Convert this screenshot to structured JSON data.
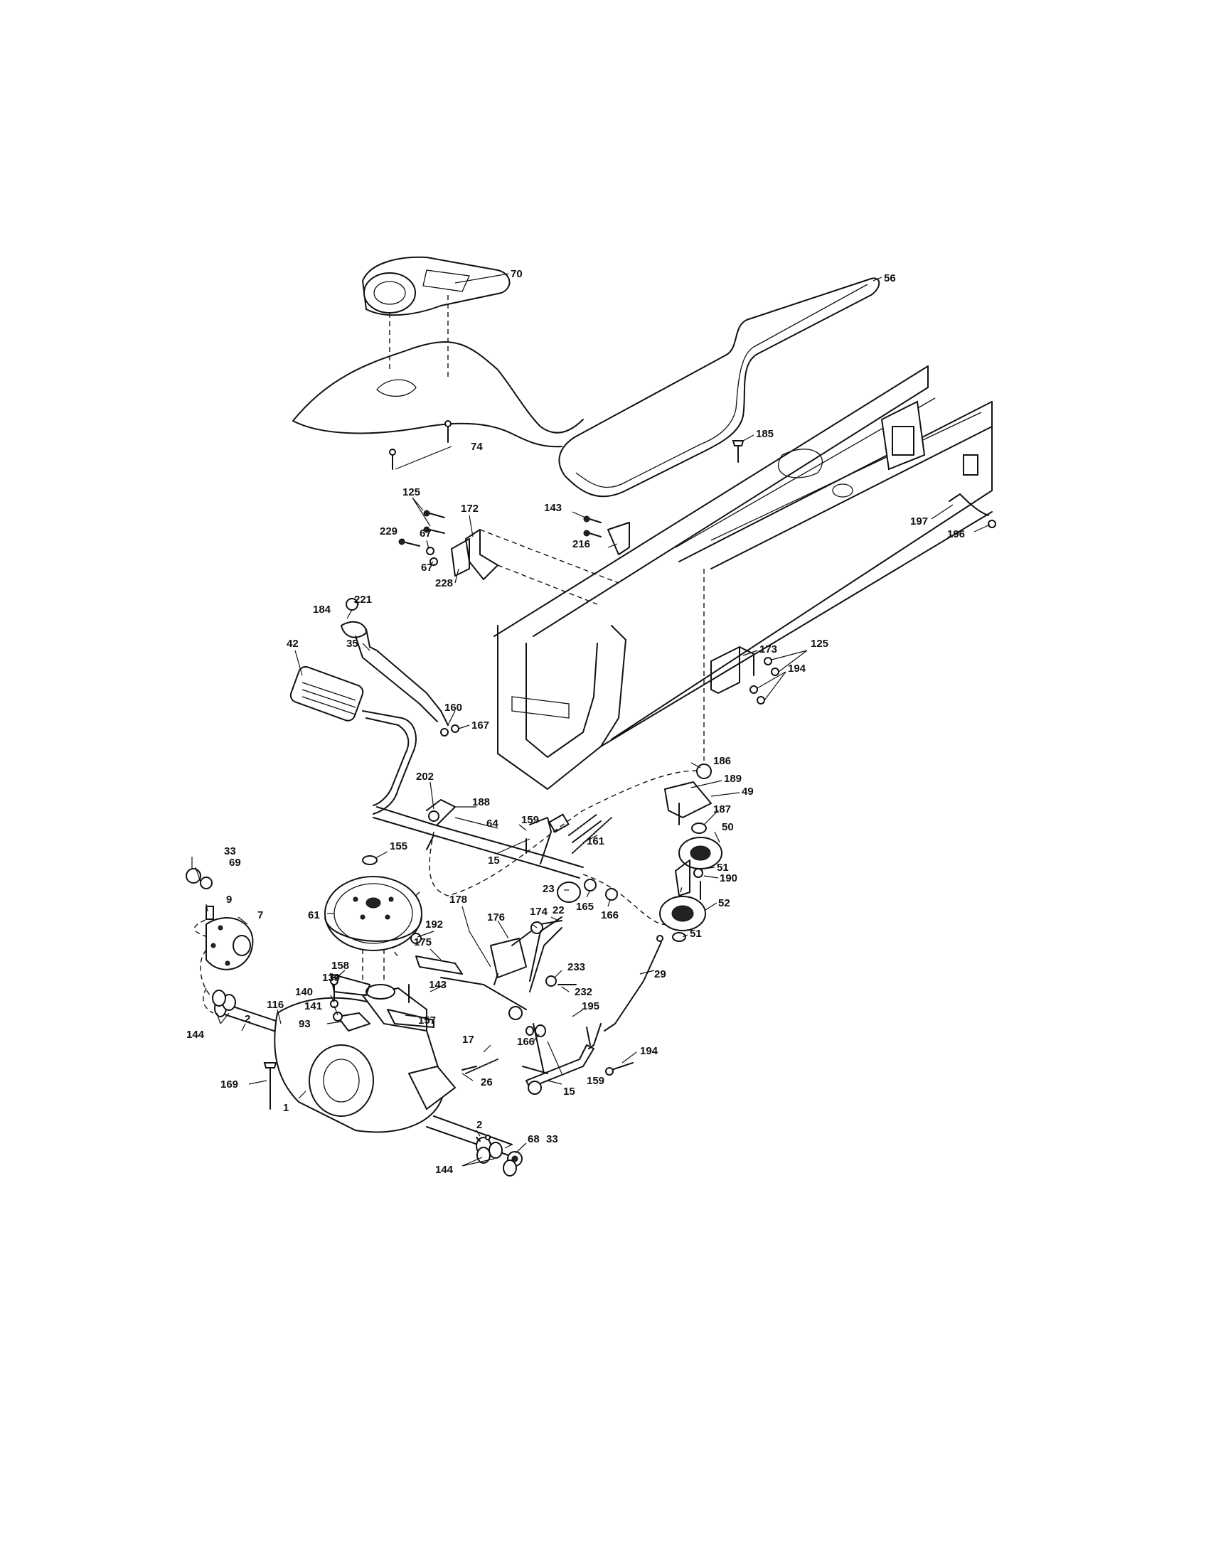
{
  "diagram": {
    "callouts": [
      {
        "id": "c70",
        "text": "70"
      },
      {
        "id": "c56",
        "text": "56"
      },
      {
        "id": "c74",
        "text": "74"
      },
      {
        "id": "c185",
        "text": "185"
      },
      {
        "id": "c125a",
        "text": "125"
      },
      {
        "id": "c172",
        "text": "172"
      },
      {
        "id": "c143a",
        "text": "143"
      },
      {
        "id": "c229",
        "text": "229"
      },
      {
        "id": "c67a",
        "text": "67"
      },
      {
        "id": "c67b",
        "text": "67"
      },
      {
        "id": "c228",
        "text": "228"
      },
      {
        "id": "c216",
        "text": "216"
      },
      {
        "id": "c197",
        "text": "197"
      },
      {
        "id": "c196",
        "text": "196"
      },
      {
        "id": "c221",
        "text": "221"
      },
      {
        "id": "c184",
        "text": "184"
      },
      {
        "id": "c42",
        "text": "42"
      },
      {
        "id": "c35",
        "text": "35"
      },
      {
        "id": "c173",
        "text": "173"
      },
      {
        "id": "c125b",
        "text": "125"
      },
      {
        "id": "c194a",
        "text": "194"
      },
      {
        "id": "c160",
        "text": "160"
      },
      {
        "id": "c167",
        "text": "167"
      },
      {
        "id": "c202",
        "text": "202"
      },
      {
        "id": "c186",
        "text": "186"
      },
      {
        "id": "c189",
        "text": "189"
      },
      {
        "id": "c49",
        "text": "49"
      },
      {
        "id": "c188",
        "text": "188"
      },
      {
        "id": "c159a",
        "text": "159"
      },
      {
        "id": "c64",
        "text": "64"
      },
      {
        "id": "c187",
        "text": "187"
      },
      {
        "id": "c161",
        "text": "161"
      },
      {
        "id": "c50",
        "text": "50"
      },
      {
        "id": "c33a",
        "text": "33"
      },
      {
        "id": "c155",
        "text": "155"
      },
      {
        "id": "c69a",
        "text": "69"
      },
      {
        "id": "c15a",
        "text": "15"
      },
      {
        "id": "c51a",
        "text": "51"
      },
      {
        "id": "c190",
        "text": "190"
      },
      {
        "id": "c9",
        "text": "9"
      },
      {
        "id": "c23",
        "text": "23"
      },
      {
        "id": "c165",
        "text": "165"
      },
      {
        "id": "c166a",
        "text": "166"
      },
      {
        "id": "c52",
        "text": "52"
      },
      {
        "id": "c7",
        "text": "7"
      },
      {
        "id": "c61",
        "text": "61"
      },
      {
        "id": "c178",
        "text": "178"
      },
      {
        "id": "c174",
        "text": "174"
      },
      {
        "id": "c22",
        "text": "22"
      },
      {
        "id": "c51b",
        "text": "51"
      },
      {
        "id": "c192",
        "text": "192"
      },
      {
        "id": "c176",
        "text": "176"
      },
      {
        "id": "c175",
        "text": "175"
      },
      {
        "id": "c29",
        "text": "29"
      },
      {
        "id": "c158",
        "text": "158"
      },
      {
        "id": "c233",
        "text": "233"
      },
      {
        "id": "c139",
        "text": "139"
      },
      {
        "id": "c232",
        "text": "232"
      },
      {
        "id": "c140",
        "text": "140"
      },
      {
        "id": "c143b",
        "text": "143"
      },
      {
        "id": "c141",
        "text": "141"
      },
      {
        "id": "c2a",
        "text": "2"
      },
      {
        "id": "c116",
        "text": "116"
      },
      {
        "id": "c93",
        "text": "93"
      },
      {
        "id": "c157",
        "text": "157"
      },
      {
        "id": "c195",
        "text": "195"
      },
      {
        "id": "c166b",
        "text": "166"
      },
      {
        "id": "c144a",
        "text": "144"
      },
      {
        "id": "c17",
        "text": "17"
      },
      {
        "id": "c194b",
        "text": "194"
      },
      {
        "id": "c159b",
        "text": "159"
      },
      {
        "id": "c169",
        "text": "169"
      },
      {
        "id": "c15b",
        "text": "15"
      },
      {
        "id": "c26",
        "text": "26"
      },
      {
        "id": "c1",
        "text": "1"
      },
      {
        "id": "c2b",
        "text": "2"
      },
      {
        "id": "c68",
        "text": "68"
      },
      {
        "id": "c33b",
        "text": "33"
      },
      {
        "id": "c144b",
        "text": "144"
      }
    ]
  }
}
